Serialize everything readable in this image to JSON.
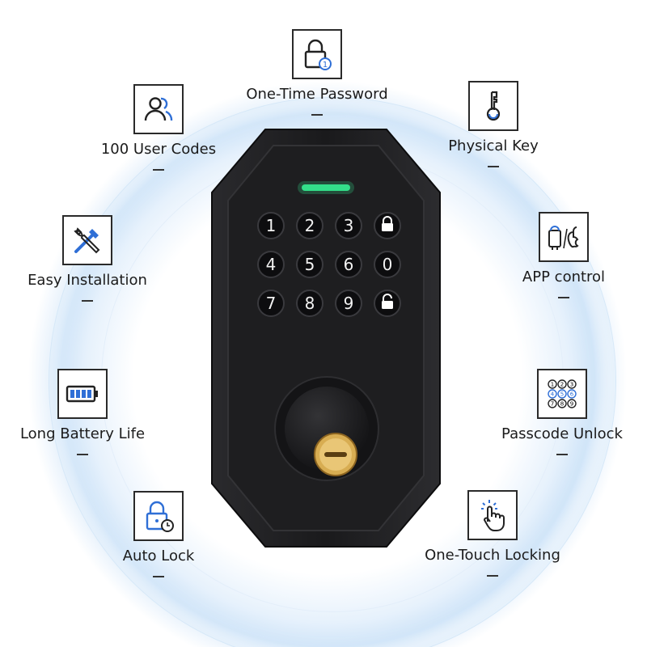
{
  "features": {
    "one_time_password": {
      "label": "One-Time Password",
      "icon": "lock-one-time-icon"
    },
    "user_codes": {
      "label": "100 User Codes",
      "icon": "users-icon"
    },
    "physical_key": {
      "label": "Physical Key",
      "icon": "key-icon"
    },
    "easy_installation": {
      "label": "Easy Installation",
      "icon": "tools-icon"
    },
    "app_control": {
      "label": "APP control",
      "icon": "android-apple-icon"
    },
    "long_battery": {
      "label": "Long Battery Life",
      "icon": "battery-icon"
    },
    "passcode_unlock": {
      "label": "Passcode Unlock",
      "icon": "keypad-icon"
    },
    "auto_lock": {
      "label": "Auto Lock",
      "icon": "lock-clock-icon"
    },
    "one_touch": {
      "label": "One-Touch Locking",
      "icon": "touch-icon"
    }
  },
  "keypad": {
    "keys": [
      "1",
      "2",
      "3",
      "lock",
      "4",
      "5",
      "6",
      "0",
      "7",
      "8",
      "9",
      "unlock"
    ]
  },
  "colors": {
    "accent_blue": "#2f6fd6",
    "lock_body": "#1c1c1e",
    "led_green": "#33e08a",
    "key_brass": "#d8ad52"
  }
}
